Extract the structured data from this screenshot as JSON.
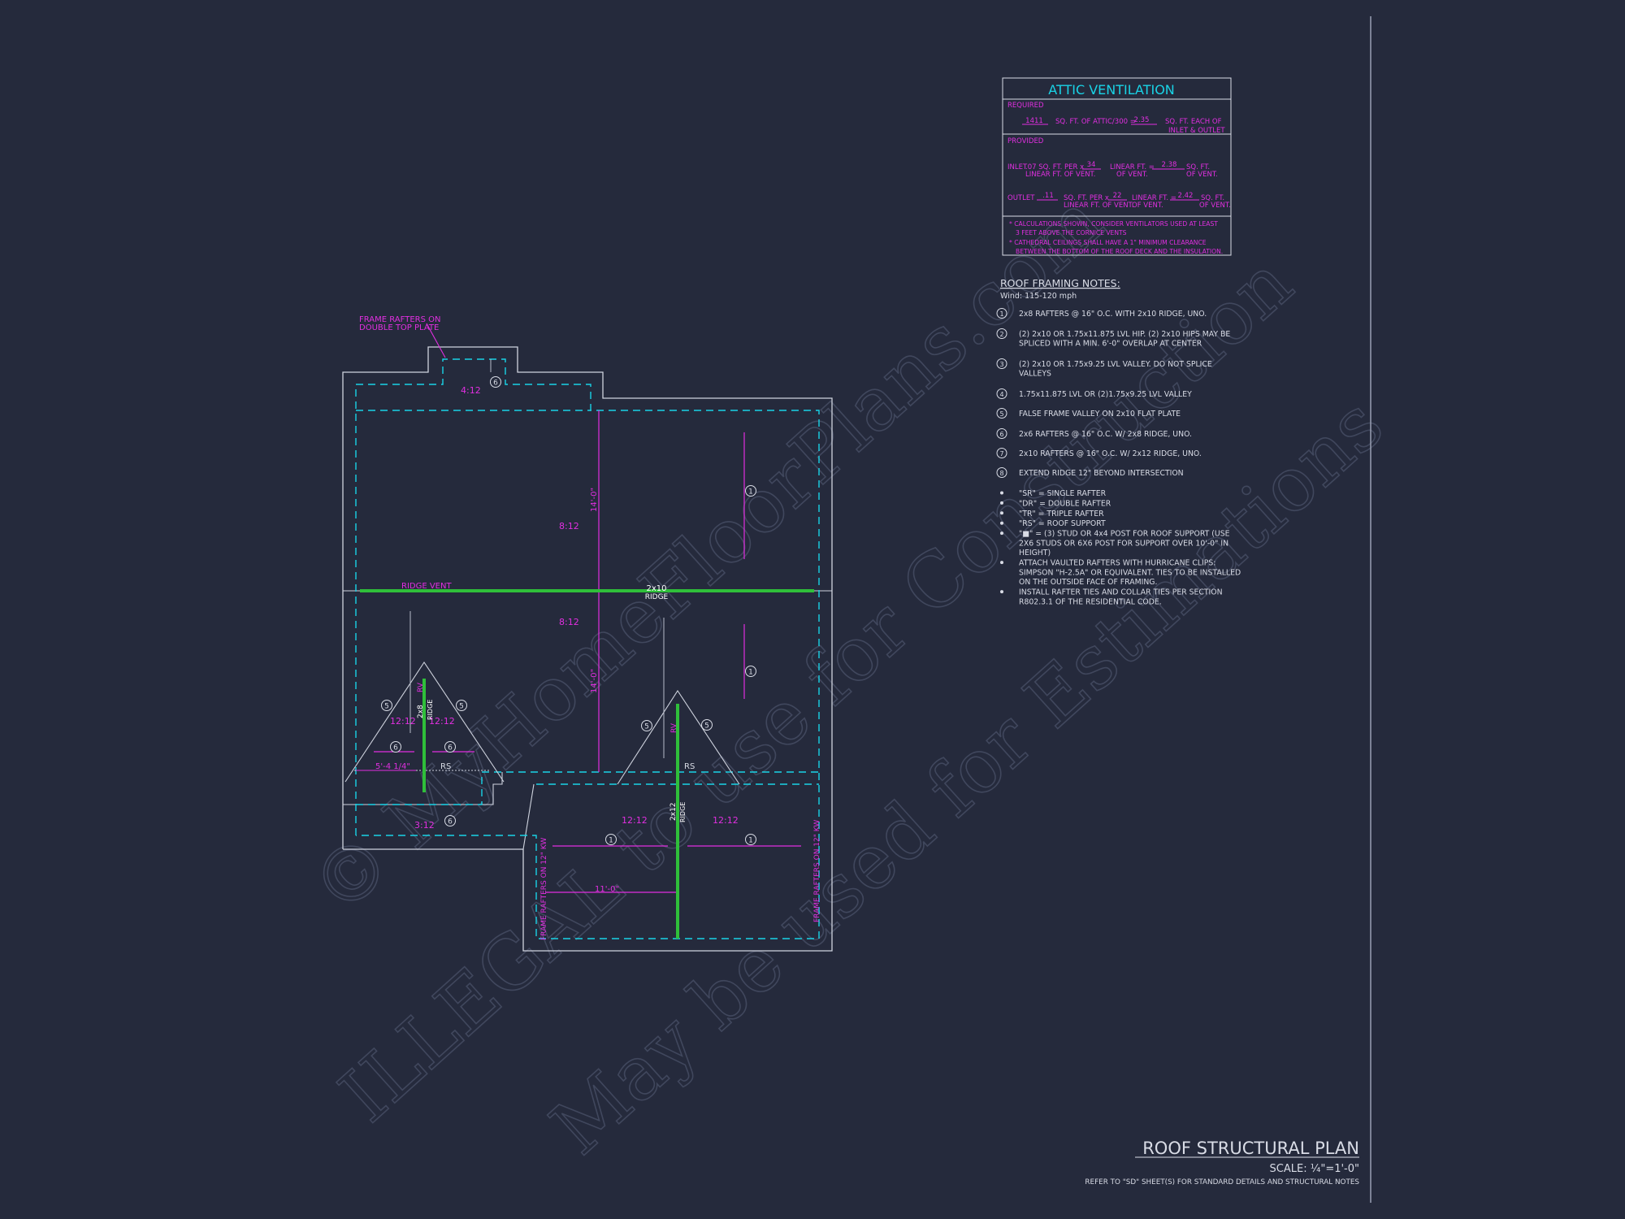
{
  "attic": {
    "title": "ATTIC VENTILATION",
    "required_label": "REQUIRED",
    "req_area": "1411",
    "req_text": "SQ. FT. OF ATTIC/300 =",
    "req_result": "2.35",
    "req_unit1": "SQ. FT. EACH OF",
    "req_unit2": "INLET & OUTLET",
    "provided_label": "PROVIDED",
    "inlet_label": "INLET",
    "inlet_rate": ".07 SQ. FT. PER x",
    "inlet_rate2": "LINEAR FT. OF VENT.",
    "inlet_length": "34",
    "inlet_lin": "LINEAR FT. =",
    "inlet_lin2": "OF VENT.",
    "inlet_result": "2.38",
    "inlet_unit": "SQ. FT.",
    "inlet_unit2": "OF VENT.",
    "outlet_label": "OUTLET",
    "outlet_rate_val": ".11",
    "outlet_rate": "SQ. FT. PER x",
    "outlet_rate2": "LINEAR FT. OF VENT.",
    "outlet_length": "22",
    "outlet_lin": "LINEAR FT. =",
    "outlet_lin2": "OF VENT.",
    "outlet_result": "2.42",
    "outlet_unit": "SQ. FT.",
    "outlet_unit2": "OF VENT.",
    "note1a": "* CALCULATIONS SHOWN, CONSIDER VENTILATORS USED AT LEAST",
    "note1b": "3 FEET ABOVE THE CORNICE VENTS",
    "note2a": "* CATHEDRAL CEILINGS SHALL HAVE A 1\" MINIMUM CLEARANCE",
    "note2b": "BETWEEN THE BOTTOM OF THE ROOF DECK AND THE INSULATION."
  },
  "notes": {
    "title": "ROOF FRAMING NOTES:",
    "wind": "Wind: 115-120 mph",
    "items": [
      {
        "n": "1",
        "lines": [
          "2x8 RAFTERS @ 16\" O.C. WITH 2x10 RIDGE, UNO."
        ]
      },
      {
        "n": "2",
        "lines": [
          "(2) 2x10 OR 1.75x11.875 LVL HIP. (2) 2x10 HIPS MAY BE",
          "SPLICED WITH A MIN. 6'-0\" OVERLAP AT CENTER"
        ]
      },
      {
        "n": "3",
        "lines": [
          "(2) 2x10 OR 1.75x9.25 LVL VALLEY. DO NOT SPLICE",
          "VALLEYS"
        ]
      },
      {
        "n": "4",
        "lines": [
          "1.75x11.875 LVL OR (2)1.75x9.25 LVL VALLEY"
        ]
      },
      {
        "n": "5",
        "lines": [
          "FALSE FRAME VALLEY ON 2x10 FLAT PLATE"
        ]
      },
      {
        "n": "6",
        "lines": [
          "2x6 RAFTERS @ 16\" O.C. W/ 2x8 RIDGE, UNO."
        ]
      },
      {
        "n": "7",
        "lines": [
          "2x10 RAFTERS @ 16\" O.C. W/ 2x12 RIDGE, UNO."
        ]
      },
      {
        "n": "8",
        "lines": [
          "EXTEND RIDGE 12\" BEYOND INTERSECTION"
        ]
      }
    ],
    "bullets": [
      [
        "\"SR\"  = SINGLE RAFTER"
      ],
      [
        "\"DR\" = DOUBLE RAFTER"
      ],
      [
        "\"TR\" = TRIPLE RAFTER"
      ],
      [
        "\"RS\" = ROOF SUPPORT"
      ],
      [
        "\"■\" = (3) STUD OR 4x4 POST FOR ROOF SUPPORT (USE",
        "2X6 STUDS OR 6X6 POST FOR SUPPORT OVER 10'-0\" IN",
        "HEIGHT)"
      ],
      [
        "ATTACH VAULTED RAFTERS WITH HURRICANE CLIPS:",
        "SIMPSON \"H-2.5A\" OR EQUIVALENT. TIES TO BE INSTALLED",
        "ON THE OUTSIDE FACE OF FRAMING."
      ],
      [
        "INSTALL RAFTER TIES AND COLLAR TIES PER SECTION",
        "R802.3.1 OF THE  RESIDENTIAL CODE."
      ]
    ]
  },
  "plan": {
    "frame_note_1": "FRAME RAFTERS ON",
    "frame_note_2": "DOUBLE TOP PLATE",
    "pitch_top": "4:12",
    "pitch_upper": "8:12",
    "pitch_lower": "8:12",
    "dim_upper": "14'-0\"",
    "dim_lower": "14'-0\"",
    "ridge_vent": "RIDGE VENT",
    "ridge_main_1": "2x10",
    "ridge_main_2": "RIDGE",
    "left_pitch_l": "12:12",
    "left_pitch_r": "12:12",
    "left_ridge_1": "2x8",
    "left_ridge_2": "RIDGE",
    "rv": "RV",
    "rv2": "RV",
    "left_dim": "5'-4 1/4\"",
    "rs": "RS",
    "rs2": "RS",
    "pitch_312": "3:12",
    "right_ridge_1": "2x12",
    "right_ridge_2": "RIDGE",
    "wing_pitch_l": "12:12",
    "wing_pitch_r": "12:12",
    "dim_wing": "11'-0\"",
    "frame_kw_left": "FRAME RAFTERS ON 12\" KW",
    "frame_kw_right": "FRAME RAFTERS ON 12\" KW",
    "tag_1": "1",
    "tag_5": "5",
    "tag_6": "6"
  },
  "watermark": {
    "line1": "© MyHomeFloorPlans.com",
    "line2": "ILLEGAL to use for Construction",
    "line3": "May be used for Estimations"
  },
  "title_block": {
    "title": "ROOF STRUCTURAL PLAN",
    "scale": "SCALE: ¼\"=1'-0\"",
    "refer": "REFER TO \"SD\" SHEET(S) FOR STANDARD DETAILS AND STRUCTURAL NOTES"
  }
}
